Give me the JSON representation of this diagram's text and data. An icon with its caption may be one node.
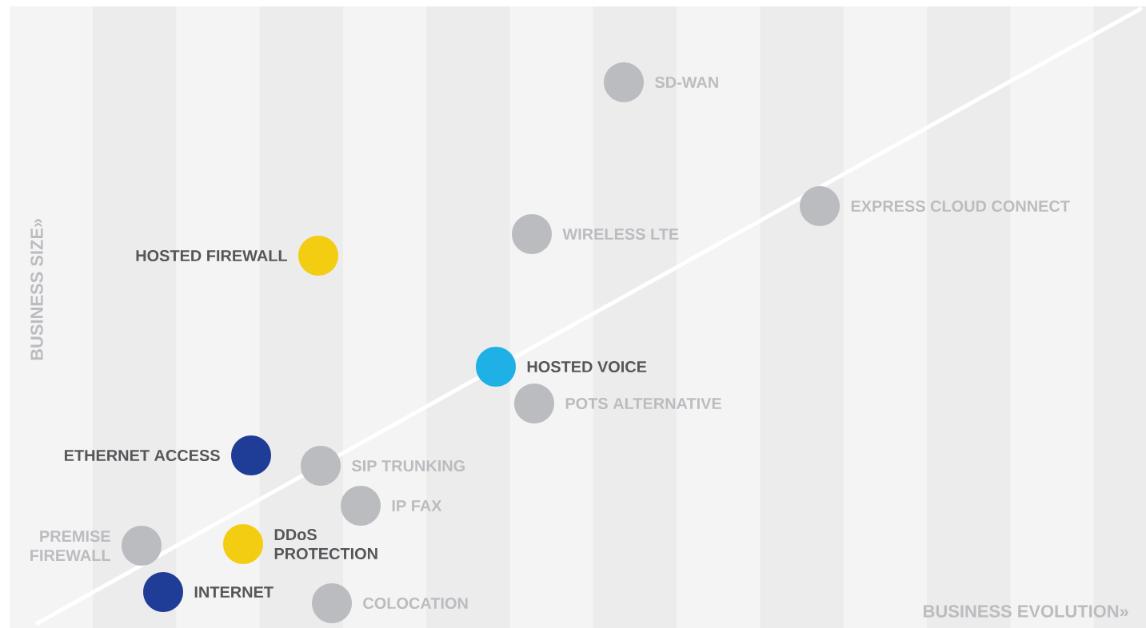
{
  "diagram": {
    "nodes": [
      {
        "text": [],
        "shape": "circle",
        "beside": [
          "SD-WAN"
        ]
      },
      {
        "text": [],
        "shape": "circle",
        "beside": [
          "EXPRESS CLOUD CONNECT"
        ]
      },
      {
        "text": [],
        "shape": "circle",
        "beside": [
          "WIRELESS LTE"
        ]
      },
      {
        "text": [],
        "shape": "circle",
        "beside": [
          "HOSTED FIREWALL"
        ]
      },
      {
        "text": [],
        "shape": "circle",
        "beside": [
          "HOSTED VOICE"
        ]
      },
      {
        "text": [],
        "shape": "circle",
        "beside": [
          "POTS ALTERNATIVE"
        ]
      },
      {
        "text": [],
        "shape": "circle",
        "beside": [
          "ETHERNET ACCESS"
        ]
      },
      {
        "text": [],
        "shape": "circle",
        "beside": [
          "SIP TRUNKING"
        ]
      },
      {
        "text": [],
        "shape": "circle",
        "beside": [
          "IP FAX"
        ]
      },
      {
        "text": [],
        "shape": "circle",
        "beside": [
          "PREMISE FIREWALL"
        ]
      },
      {
        "text": [],
        "shape": "circle",
        "beside": [
          "DDoS PROTECTION"
        ]
      },
      {
        "text": [],
        "shape": "circle",
        "beside": [
          "INTERNET"
        ]
      },
      {
        "text": [],
        "shape": "circle",
        "beside": [
          "COLOCATION"
        ]
      }
    ],
    "labels": [
      "BUSINESS SIZE»",
      "BUSINESS EVOLUTION»"
    ]
  }
}
